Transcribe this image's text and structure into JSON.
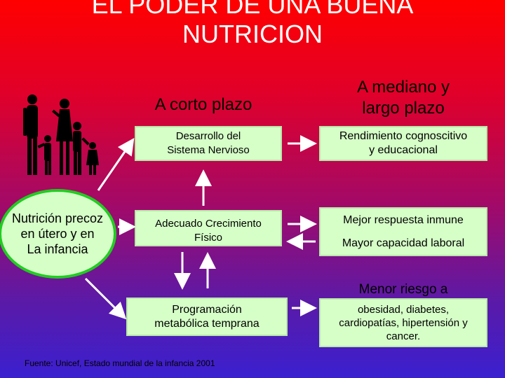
{
  "title": [
    "EL PODER DE UNA BUENA",
    "NUTRICION"
  ],
  "headers": {
    "short_term": "A corto plazo",
    "long_term": [
      "A mediano y",
      "largo plazo"
    ]
  },
  "circle": [
    "Nutrición precoz",
    "en útero y en",
    "La infancia"
  ],
  "short_boxes": {
    "nervous": [
      "Desarrollo del",
      "Sistema Nervioso"
    ],
    "growth": [
      "Adecuado Crecimiento",
      "Físico"
    ],
    "metabolic": [
      "Programación",
      "metabólica temprana"
    ]
  },
  "long_boxes": {
    "cognitive": [
      "Rendimiento cognoscitivo",
      "y educacional"
    ],
    "immune": "Mejor respuesta inmune",
    "labor": "Mayor capacidad laboral",
    "risk_title": "Menor riesgo a",
    "risk_body": [
      "obesidad, diabetes,",
      "cardiopatías, hipertensión y",
      "cancer."
    ]
  },
  "source": "Fuente: Unicef, Estado mundial de la infancia 2001",
  "colors": {
    "box_fill": "#d6ffc8",
    "circle_border": "#22cc22",
    "arrow": "#ffffff"
  },
  "icons": [
    "family-icon"
  ]
}
